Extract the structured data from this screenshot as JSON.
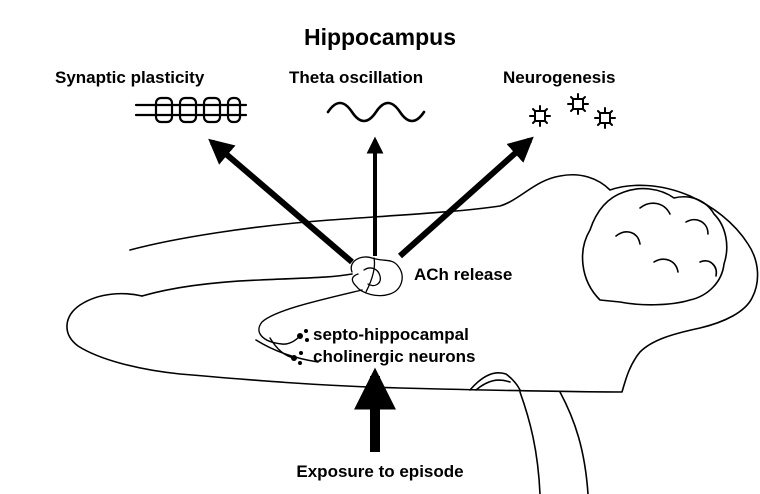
{
  "title": "Hippocampus",
  "outputs": {
    "synaptic_plasticity": "Synaptic plasticity",
    "theta_oscillation": "Theta oscillation",
    "neurogenesis": "Neurogenesis"
  },
  "ach_release": "ACh release",
  "neurons": {
    "line1": "septo-hippocampal",
    "line2": "cholinergic neurons"
  },
  "input": "Exposure to episode",
  "icons": {
    "synaptic": "synapse-chain-icon",
    "theta": "wave-icon",
    "neurogenesis": "new-neuron-icon"
  },
  "colors": {
    "ink": "#000000",
    "background": "#ffffff"
  }
}
